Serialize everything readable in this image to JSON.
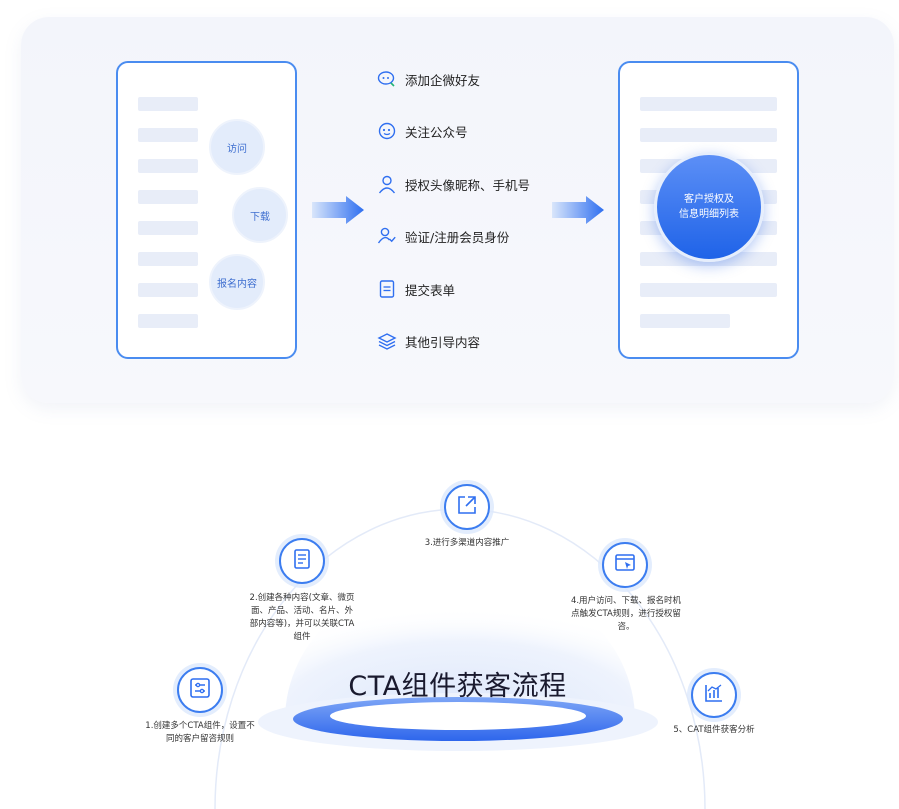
{
  "top": {
    "left_doc": {
      "bubbles": [
        "访问",
        "下载",
        "报名内容"
      ]
    },
    "steps": [
      {
        "label": "添加企微好友",
        "icon": "wechat-icon"
      },
      {
        "label": "关注公众号",
        "icon": "official-account-icon"
      },
      {
        "label": "授权头像昵称、手机号",
        "icon": "user-icon"
      },
      {
        "label": "验证/注册会员身份",
        "icon": "member-verify-icon"
      },
      {
        "label": "提交表单",
        "icon": "form-icon"
      },
      {
        "label": "其他引导内容",
        "icon": "layers-icon"
      }
    ],
    "right_doc": {
      "circle_line1": "客户授权及",
      "circle_line2": "信息明细列表"
    }
  },
  "flow": {
    "title": "CTA组件获客流程",
    "nodes": [
      {
        "icon": "settings-panel-icon",
        "caption": [
          "1.创建多个CTA组件，设置不",
          "同的客户留咨规则"
        ]
      },
      {
        "icon": "document-icon",
        "caption": [
          "2.创建各种内容(文章、微页",
          "面、产品、活动、名片、外",
          "部内容等)，并可以关联CTA",
          "组件"
        ]
      },
      {
        "icon": "share-icon",
        "caption": [
          "3.进行多渠道内容推广"
        ]
      },
      {
        "icon": "browser-click-icon",
        "caption": [
          "4.用户访问、下载、报名时机",
          "点触发CTA规则，进行授权留",
          "咨。"
        ]
      },
      {
        "icon": "analytics-icon",
        "caption": [
          "5、CAT组件获客分析"
        ]
      }
    ]
  },
  "colors": {
    "accent": "#2f6ff0",
    "light": "#e8edf8"
  }
}
